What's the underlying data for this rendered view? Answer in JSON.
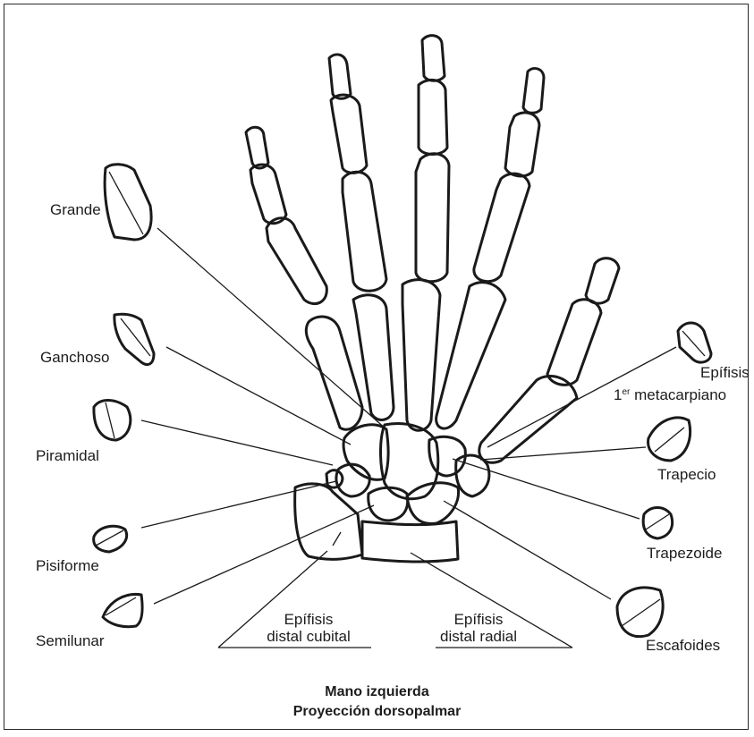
{
  "labels": {
    "grande": "Grande",
    "ganchoso": "Ganchoso",
    "piramidal": "Piramidal",
    "pisiforme": "Pisiforme",
    "semilunar": "Semilunar",
    "epifisis_1er_line1": "Epífisis",
    "epifisis_1er_num": "1",
    "epifisis_1er_sup": "er",
    "epifisis_1er_rest": "metacarpiano",
    "trapecio": "Trapecio",
    "trapezoide": "Trapezoide",
    "escafoides": "Escafoides",
    "cubital_line1": "Epífisis",
    "cubital_line2": "distal cubital",
    "radial_line1": "Epífisis",
    "radial_line2": "distal radial"
  },
  "caption": {
    "line1": "Mano izquierda",
    "line2": "Proyección dorsopalmar"
  }
}
